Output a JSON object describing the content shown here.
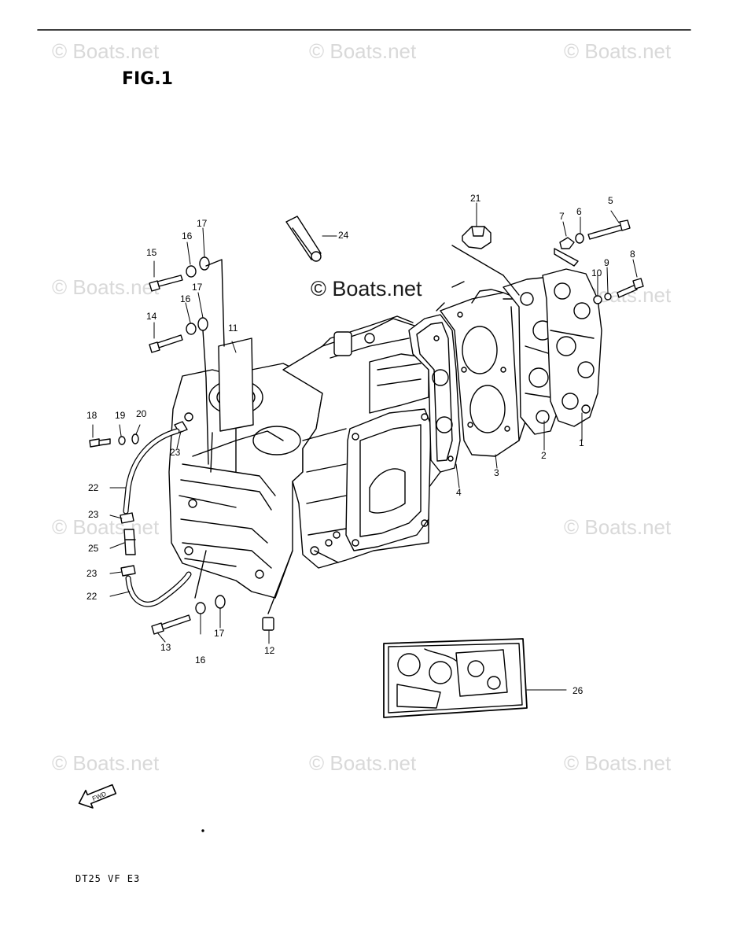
{
  "figure_label": "FIG.1",
  "model_code": "DT25 VF E3",
  "watermark_text": "© Boats.net",
  "center_watermark_text": "© Boats.net",
  "callouts": [
    {
      "id": "1"
    },
    {
      "id": "2"
    },
    {
      "id": "3"
    },
    {
      "id": "4"
    },
    {
      "id": "5"
    },
    {
      "id": "6"
    },
    {
      "id": "7"
    },
    {
      "id": "8"
    },
    {
      "id": "9"
    },
    {
      "id": "10"
    },
    {
      "id": "11"
    },
    {
      "id": "12"
    },
    {
      "id": "13"
    },
    {
      "id": "14"
    },
    {
      "id": "15"
    },
    {
      "id": "16"
    },
    {
      "id": "16"
    },
    {
      "id": "16"
    },
    {
      "id": "17"
    },
    {
      "id": "17"
    },
    {
      "id": "17"
    },
    {
      "id": "18"
    },
    {
      "id": "19"
    },
    {
      "id": "20"
    },
    {
      "id": "21"
    },
    {
      "id": "22"
    },
    {
      "id": "22"
    },
    {
      "id": "23"
    },
    {
      "id": "23"
    },
    {
      "id": "23"
    },
    {
      "id": "24"
    },
    {
      "id": "25"
    },
    {
      "id": "26"
    }
  ],
  "fwd_label": "FWD"
}
